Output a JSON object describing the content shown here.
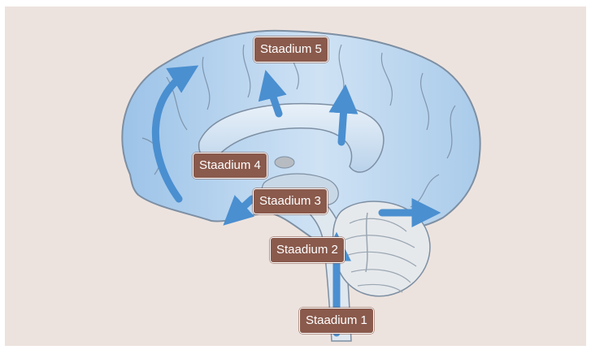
{
  "labels": {
    "stage1": "Staadium 1",
    "stage2": "Staadium 2",
    "stage3": "Staadium 3",
    "stage4": "Staadium 4",
    "stage5": "Staadium 5"
  },
  "colors": {
    "background": "#ede3de",
    "label_fill": "#8a5a4c",
    "label_text": "#ffffff",
    "arrow": "#4a8fd0",
    "brain_light": "#dbeaf6",
    "brain_mid": "#a9cbea",
    "outline": "#7d8fa3"
  }
}
